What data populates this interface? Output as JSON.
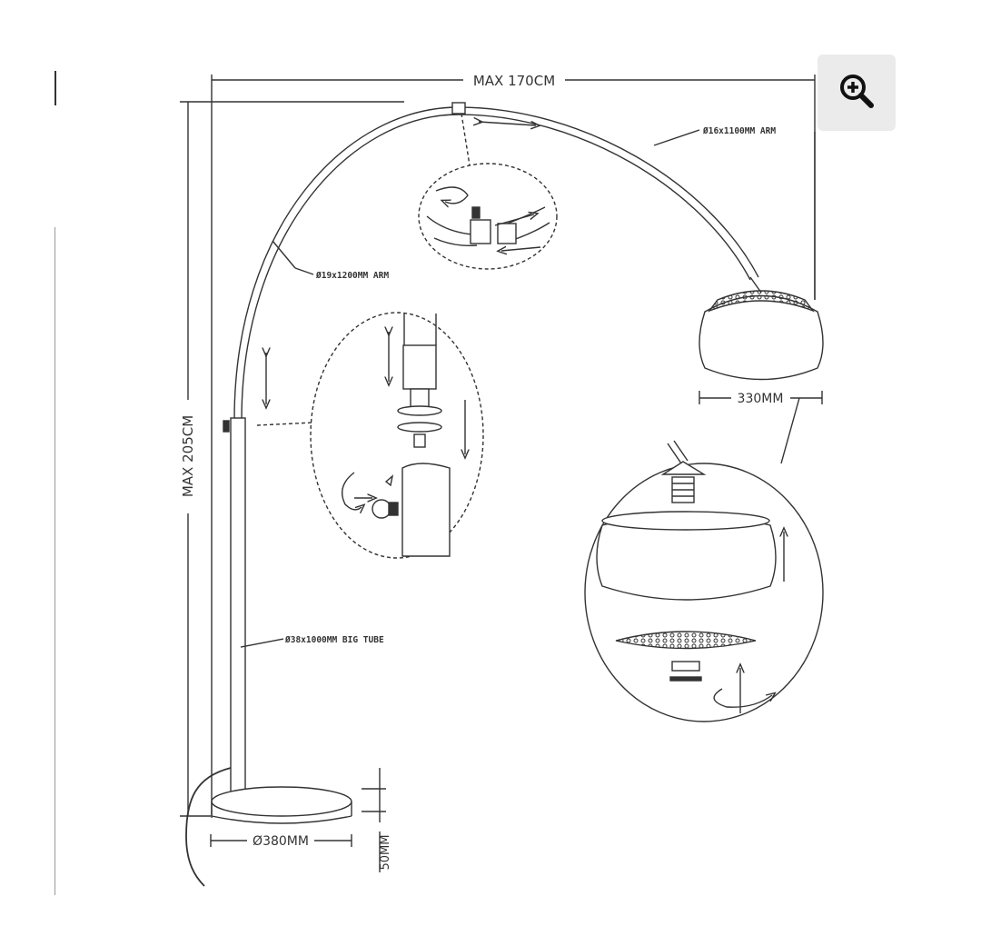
{
  "dimensions": {
    "max_width": "MAX 170CM",
    "max_height": "MAX 205CM",
    "shade_diameter": "330MM",
    "base_diameter": "Ø380MM",
    "base_height": "50MM"
  },
  "parts": {
    "upper_arm": "Ø16x1100MM ARM",
    "lower_arm": "Ø19x1200MM ARM",
    "big_tube": "Ø38x1000MM BIG TUBE"
  },
  "toolbar": {
    "zoom_icon": "zoom-in-icon"
  },
  "colors": {
    "line": "#333333",
    "button_bg": "#ebebeb"
  }
}
